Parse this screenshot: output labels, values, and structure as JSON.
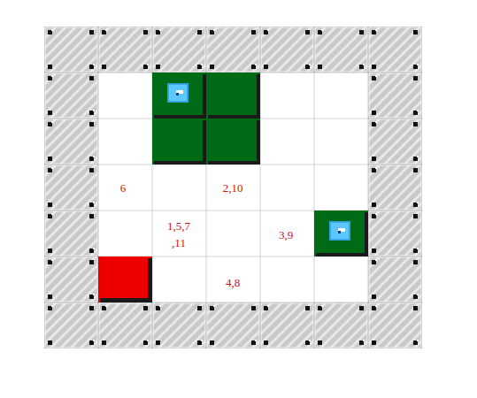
{
  "diagram": {
    "labels": [
      "6",
      "2,10",
      "1,5,7 ,11",
      "3,9",
      "4,8"
    ]
  }
}
